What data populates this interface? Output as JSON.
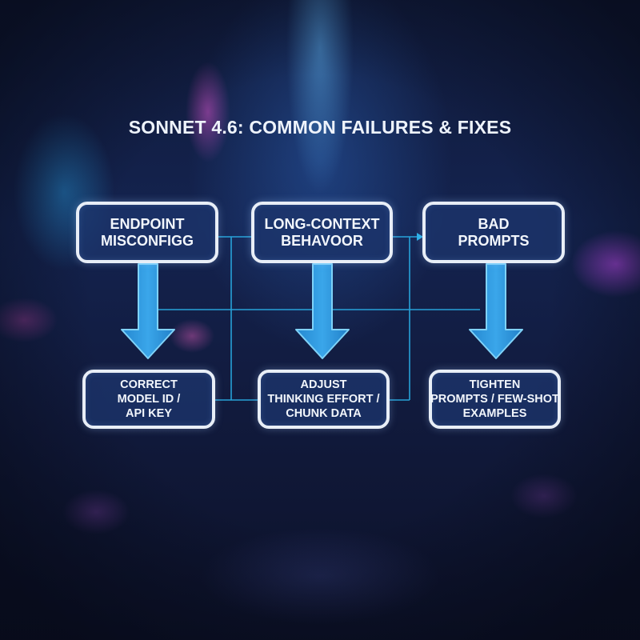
{
  "title": "SONNET 4.6: COMMON FAILURES & FIXES",
  "colors": {
    "box_border": "#e8eef7",
    "box_fill": "#1c346c",
    "arrow": "#2e9be0",
    "arrow_outline": "#6cc8f5",
    "connector": "#2ab0e8"
  },
  "failures": [
    {
      "lines": [
        "ENDPOINT",
        "MISCONFIGG"
      ]
    },
    {
      "lines": [
        "LONG-CONTEXT",
        "BEHAVOOR"
      ]
    },
    {
      "lines": [
        "BAD",
        "PROMPTS"
      ]
    }
  ],
  "fixes": [
    {
      "lines": [
        "CORRECT",
        "MODEL ID /",
        "API KEY"
      ]
    },
    {
      "lines": [
        "ADJUST",
        "THINKING EFFORT /",
        "CHUNK DATA"
      ]
    },
    {
      "lines": [
        "TIGHTEN",
        "PROMPTS / FEW-SHOT",
        "EXAMPLES"
      ]
    }
  ],
  "arrows": [
    {
      "from": "failures.0",
      "to": "fixes.0",
      "direction": "down-arrow"
    },
    {
      "from": "failures.1",
      "to": "fixes.1",
      "direction": "down-arrow"
    },
    {
      "from": "failures.2",
      "to": "fixes.2",
      "direction": "down-arrow"
    }
  ]
}
